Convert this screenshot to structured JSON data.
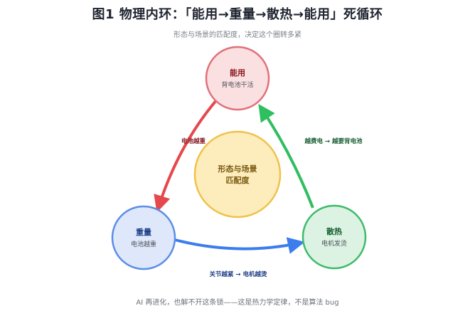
{
  "title": "图1 物理内环：「能用→重量→散热→能用」死循环",
  "subtitle": "形态与场景的匹配度，决定这个圈转多紧",
  "nodes": {
    "top": {
      "title": "能用",
      "sub": "背电池干活"
    },
    "left": {
      "title": "重量",
      "sub": "电池越重"
    },
    "right": {
      "title": "散热",
      "sub": "电机发烫"
    },
    "center": {
      "title": "形态与场景",
      "sub": "匹配度"
    }
  },
  "edges": {
    "top_to_left": "电池越重",
    "left_to_right": "关节越紧 → 电机越烫",
    "right_to_top": "越费电 → 越要背电池"
  },
  "footer": "AI 再进化，也解不开这条锁——这是热力学定律，不是算法 bug",
  "colors": {
    "top_fill": "#fbe0e2",
    "top_stroke": "#e0717b",
    "top_text": "#8a1c24",
    "left_fill": "#dfe8fb",
    "left_stroke": "#5b8ee6",
    "left_text": "#1d3f86",
    "right_fill": "#dcf3e3",
    "right_stroke": "#3dbb6a",
    "right_text": "#155c2f",
    "center_fill": "#fdedbd",
    "center_stroke": "#efc24a",
    "center_text": "#7a5a10",
    "arrow_red": "#e5484d",
    "arrow_blue": "#3b7ded",
    "arrow_green": "#2fbe60"
  }
}
